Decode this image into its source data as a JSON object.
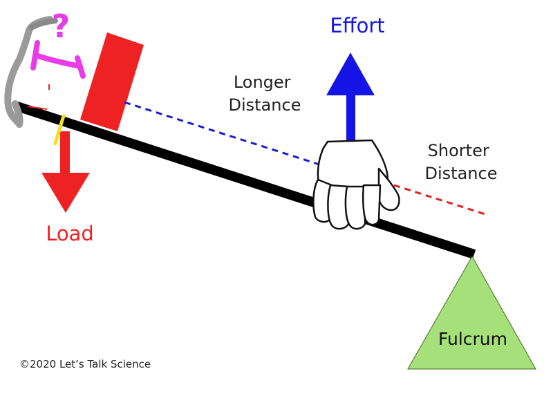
{
  "labels": {
    "effort": "Effort",
    "longer_line1": "Longer",
    "longer_line2": "Distance",
    "shorter_line1": "Shorter",
    "shorter_line2": "Distance",
    "load": "Load",
    "fulcrum": "Fulcrum",
    "copyright": "©2020 Let’s Talk Science"
  },
  "annotations": {
    "question_mark": "?"
  },
  "colors": {
    "effort": "#1414e6",
    "load": "#ee2222",
    "fulcrum": "#a6e07a",
    "lever": "#000000",
    "longer_line": "#1a1ad6",
    "shorter_line": "#e02020",
    "scribble_gray": "#9a9a9a",
    "scribble_magenta": "#e83ce8",
    "scribble_yellow": "#f0e020",
    "hand": "#ffffff"
  },
  "icons": {
    "effort_arrow": "arrow-up-icon",
    "load_arrow": "arrow-down-icon",
    "hand": "hand-icon"
  }
}
